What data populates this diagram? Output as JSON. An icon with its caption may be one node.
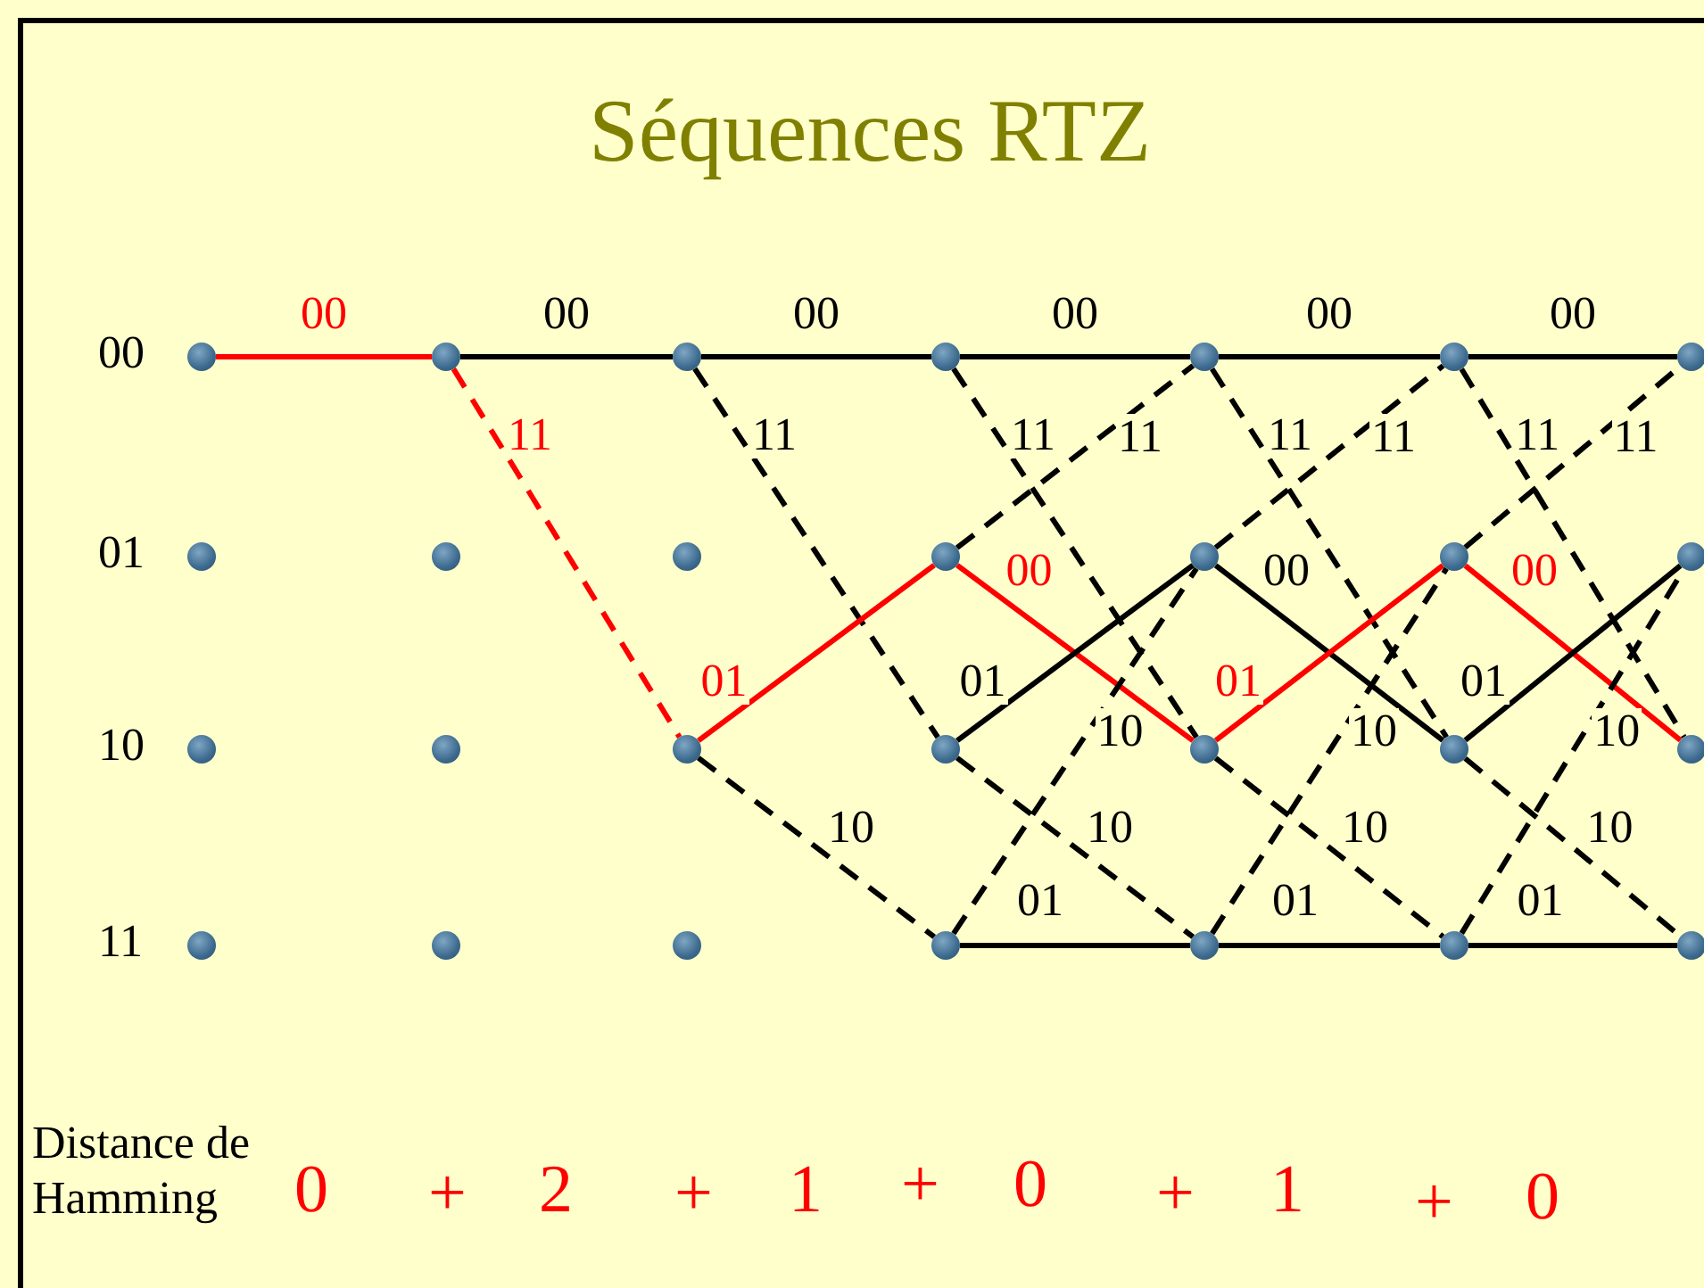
{
  "diagram": {
    "title": "Séquences RTZ",
    "nodes": [
      {
        "text": [],
        "shape": "circle"
      },
      {
        "text": [],
        "shape": "circle"
      },
      {
        "text": [],
        "shape": "circle"
      },
      {
        "text": [],
        "shape": "circle"
      },
      {
        "text": [],
        "shape": "circle"
      },
      {
        "text": [],
        "shape": "circle"
      },
      {
        "text": [],
        "shape": "circle"
      },
      {
        "text": [],
        "shape": "circle"
      },
      {
        "text": [],
        "shape": "circle"
      },
      {
        "text": [],
        "shape": "circle"
      },
      {
        "text": [],
        "shape": "circle"
      },
      {
        "text": [],
        "shape": "circle"
      },
      {
        "text": [],
        "shape": "circle"
      },
      {
        "text": [],
        "shape": "circle"
      },
      {
        "text": [],
        "shape": "circle"
      },
      {
        "text": [],
        "shape": "circle"
      },
      {
        "text": [],
        "shape": "circle"
      },
      {
        "text": [],
        "shape": "circle"
      },
      {
        "text": [],
        "shape": "circle"
      },
      {
        "text": [],
        "shape": "circle"
      },
      {
        "text": [],
        "shape": "circle"
      },
      {
        "text": [],
        "shape": "circle"
      },
      {
        "text": [],
        "shape": "circle"
      },
      {
        "text": [],
        "shape": "circle"
      },
      {
        "text": [],
        "shape": "circle"
      },
      {
        "text": [],
        "shape": "circle"
      },
      {
        "text": [],
        "shape": "circle"
      },
      {
        "text": [],
        "shape": "circle"
      }
    ],
    "edges": [
      {
        "from": 0,
        "to": 1,
        "arrow": "none",
        "label": "00",
        "color": "#ff0000"
      },
      {
        "from": 1,
        "to": 2,
        "arrow": "none",
        "label": "00"
      },
      {
        "from": 1,
        "to": 16,
        "arrow": "none",
        "label": "11",
        "style": "dashed",
        "color": "#ff0000"
      },
      {
        "from": 2,
        "to": 3,
        "arrow": "none",
        "label": "00"
      },
      {
        "from": 2,
        "to": 17,
        "arrow": "none",
        "label": "11",
        "style": "dashed"
      },
      {
        "from": 16,
        "to": 10,
        "arrow": "none",
        "label": "01",
        "color": "#ff0000"
      },
      {
        "from": 16,
        "to": 24,
        "arrow": "none",
        "label": "10",
        "style": "dashed"
      },
      {
        "from": 3,
        "to": 4,
        "arrow": "none",
        "label": "00"
      },
      {
        "from": 3,
        "to": 18,
        "arrow": "none",
        "label": "11",
        "style": "dashed"
      },
      {
        "from": 10,
        "to": 4,
        "arrow": "none",
        "label": "11",
        "style": "dashed"
      },
      {
        "from": 10,
        "to": 18,
        "arrow": "none",
        "label": "00",
        "color": "#ff0000"
      },
      {
        "from": 17,
        "to": 11,
        "arrow": "none",
        "label": "01"
      },
      {
        "from": 17,
        "to": 25,
        "arrow": "none",
        "label": "10",
        "style": "dashed"
      },
      {
        "from": 24,
        "to": 11,
        "arrow": "none",
        "label": "10",
        "style": "dashed"
      },
      {
        "from": 24,
        "to": 25,
        "arrow": "none",
        "label": "01"
      },
      {
        "from": 4,
        "to": 5,
        "arrow": "none",
        "label": "00"
      },
      {
        "from": 4,
        "to": 19,
        "arrow": "none",
        "label": "11",
        "style": "dashed"
      },
      {
        "from": 11,
        "to": 5,
        "arrow": "none",
        "label": "11",
        "style": "dashed"
      },
      {
        "from": 11,
        "to": 19,
        "arrow": "none",
        "label": "00"
      },
      {
        "from": 18,
        "to": 12,
        "arrow": "none",
        "label": "01",
        "color": "#ff0000"
      },
      {
        "from": 18,
        "to": 26,
        "arrow": "none",
        "label": "10",
        "style": "dashed"
      },
      {
        "from": 25,
        "to": 12,
        "arrow": "none",
        "label": "10",
        "style": "dashed"
      },
      {
        "from": 25,
        "to": 26,
        "arrow": "none",
        "label": "01"
      },
      {
        "from": 5,
        "to": 6,
        "arrow": "none",
        "label": "00"
      },
      {
        "from": 5,
        "to": 20,
        "arrow": "none",
        "label": "11",
        "style": "dashed"
      },
      {
        "from": 12,
        "to": 6,
        "arrow": "none",
        "label": "11",
        "style": "dashed"
      },
      {
        "from": 12,
        "to": 20,
        "arrow": "none",
        "label": "00",
        "color": "#ff0000"
      },
      {
        "from": 19,
        "to": 13,
        "arrow": "none",
        "label": "01"
      },
      {
        "from": 19,
        "to": 27,
        "arrow": "none",
        "label": "10",
        "style": "dashed"
      },
      {
        "from": 26,
        "to": 13,
        "arrow": "none",
        "label": "10",
        "style": "dashed"
      },
      {
        "from": 26,
        "to": 27,
        "arrow": "none",
        "label": "01"
      }
    ],
    "labels": [
      "00",
      "01",
      "10",
      "11",
      "Distance de Hamming",
      "0",
      "+",
      "2",
      "+",
      "1",
      "+",
      "0",
      "+",
      "1",
      "+",
      "0"
    ]
  }
}
